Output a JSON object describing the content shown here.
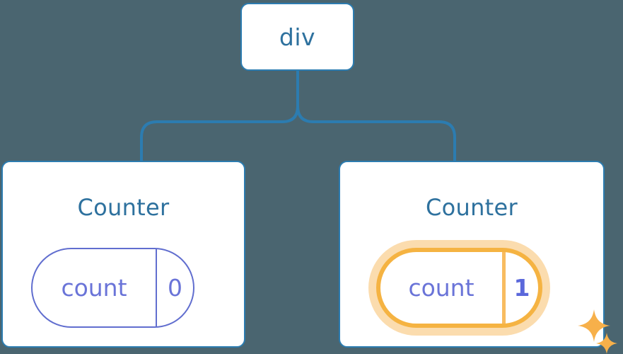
{
  "diagram": {
    "title": "React component tree with highlighted state update",
    "background_color": "#4a6570",
    "line_color": "#2c7cb0",
    "node_border_color": "#2c7cb0",
    "node_fill_color": "#ffffff",
    "node_text_color": "#2e719e",
    "state_color": "#6a74d8",
    "state_value_active_color": "#5b68db",
    "highlight_color": "#f5b342",
    "highlight_glow_color": "#fbdcae"
  },
  "root": {
    "label": "div"
  },
  "children": [
    {
      "id": "counter-left",
      "title": "Counter",
      "state": {
        "key": "count",
        "value": "0"
      },
      "highlighted": false
    },
    {
      "id": "counter-right",
      "title": "Counter",
      "state": {
        "key": "count",
        "value": "1"
      },
      "highlighted": true,
      "sparkles": [
        {
          "name": "sparkle-large"
        },
        {
          "name": "sparkle-small"
        }
      ]
    }
  ]
}
